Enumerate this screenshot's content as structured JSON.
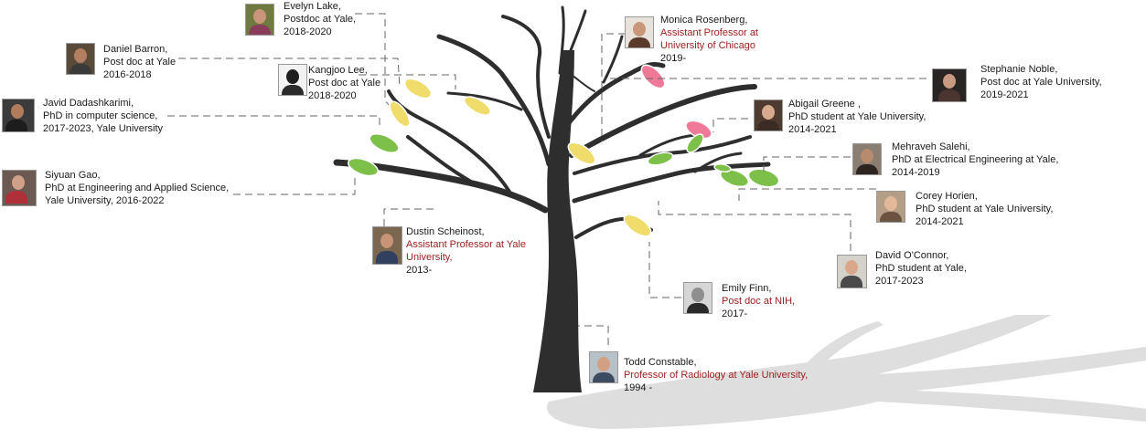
{
  "people": [
    {
      "id": "evelyn",
      "lines": [
        "Evelyn Lake,",
        "Postdoc at Yale,",
        "2018-2020"
      ],
      "highlight": []
    },
    {
      "id": "daniel",
      "lines": [
        "Daniel Barron,",
        "Post doc at Yale",
        "2016-2018"
      ],
      "highlight": []
    },
    {
      "id": "kangjoo",
      "lines": [
        "Kangjoo Lee,",
        "Post doc at Yale",
        "2018-2020"
      ],
      "highlight": []
    },
    {
      "id": "javid",
      "lines": [
        "Javid Dadashkarimi,",
        "PhD in computer science,",
        "2017-2023, Yale University"
      ],
      "highlight": []
    },
    {
      "id": "siyuan",
      "lines": [
        "Siyuan Gao,",
        "PhD at Engineering and Applied Science,",
        "Yale University, 2016-2022"
      ],
      "highlight": []
    },
    {
      "id": "dustin",
      "lines": [
        "Dustin Scheinost,",
        "Assistant Professor  at Yale",
        "University,",
        "2013-"
      ],
      "highlight": [
        1,
        2
      ]
    },
    {
      "id": "monica",
      "lines": [
        "Monica Rosenberg,",
        "Assistant Professor at",
        "University of Chicago",
        "2019-"
      ],
      "highlight": [
        1,
        2
      ]
    },
    {
      "id": "stephanie",
      "lines": [
        "Stephanie Noble,",
        "Post doc at Yale University,",
        "2019-2021"
      ],
      "highlight": []
    },
    {
      "id": "abigail",
      "lines": [
        "Abigail Greene ,",
        "PhD student at Yale University,",
        "2014-2021"
      ],
      "highlight": []
    },
    {
      "id": "mehraveh",
      "lines": [
        "Mehraveh Salehi,",
        "PhD at Electrical Engineering at Yale,",
        "2014-2019"
      ],
      "highlight": []
    },
    {
      "id": "corey",
      "lines": [
        "Corey Horien,",
        "PhD student at Yale University,",
        "2014-2021"
      ],
      "highlight": []
    },
    {
      "id": "david",
      "lines": [
        "David O'Connor,",
        "PhD student at Yale,",
        "2017-2023"
      ],
      "highlight": []
    },
    {
      "id": "emily",
      "lines": [
        "Emily Finn,",
        "Post doc at NIH,",
        "2017-"
      ],
      "highlight": [
        1
      ]
    },
    {
      "id": "todd",
      "lines": [
        "Todd Constable,",
        "Professor of Radiology at Yale University,",
        "1994 -"
      ],
      "highlight": [
        1
      ]
    }
  ],
  "colors": {
    "trunk": "#2e2e2e",
    "shadow": "#dcdcdc",
    "leaf_green": "#7cc04a",
    "leaf_yellow": "#f0dc6a",
    "leaf_pink": "#ee7a98",
    "connector": "#666666",
    "highlight_text": "#9b1c1c"
  }
}
